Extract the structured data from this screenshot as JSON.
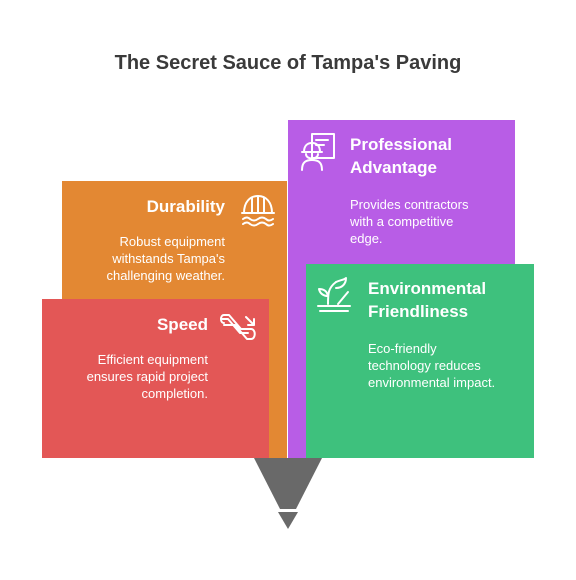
{
  "title": "The Secret Sauce of Tampa's Paving",
  "colors": {
    "durability": "#E38833",
    "speed": "#E35756",
    "professional": "#B85DE6",
    "environmental": "#3EC17D",
    "funnel": "#696969"
  },
  "cards": {
    "durability": {
      "title": "Durability",
      "desc_lines": [
        "Robust equipment",
        "withstands Tampa's",
        "challenging weather."
      ],
      "icon": "helmet-icon"
    },
    "speed": {
      "title": "Speed",
      "desc_lines": [
        "Efficient equipment",
        "ensures rapid project",
        "completion."
      ],
      "icon": "escalator-icon"
    },
    "professional": {
      "title_lines": [
        "Professional",
        "Advantage"
      ],
      "desc_lines": [
        "Provides contractors",
        "with a competitive",
        "edge."
      ],
      "icon": "worker-blueprint-icon"
    },
    "environmental": {
      "title_lines": [
        "Environmental",
        "Friendliness"
      ],
      "desc_lines": [
        "Eco-friendly",
        "technology reduces",
        "environmental impact."
      ],
      "icon": "plant-sprout-icon"
    }
  }
}
